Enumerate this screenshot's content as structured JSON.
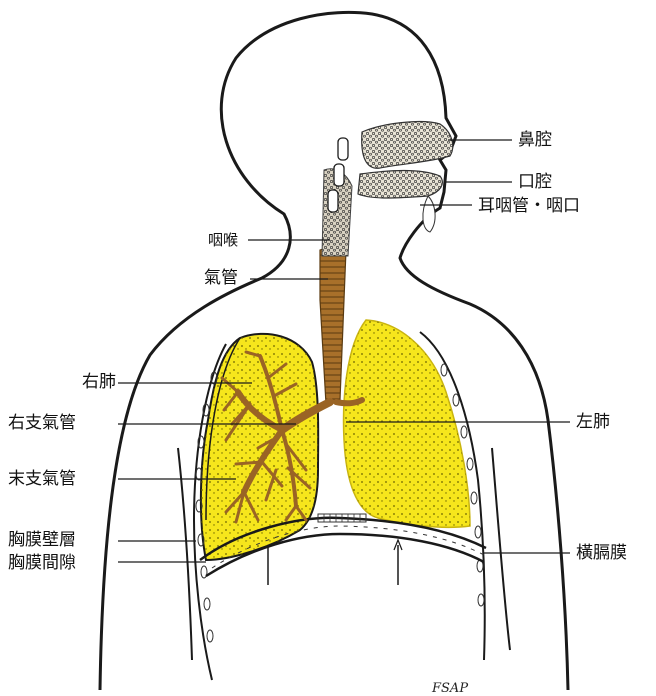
{
  "labels": {
    "nasal_cavity": "鼻腔",
    "oral_cavity": "口腔",
    "eustachian_pharynx": "耳咽管‧咽口",
    "pharynx": "咽喉",
    "trachea": "氣管",
    "right_lung": "右肺",
    "right_bronchus": "右支氣管",
    "terminal_bronchus": "末支氣管",
    "parietal_pleura": "胸膜壁層",
    "pleural_cavity": "胸膜間隙",
    "left_lung": "左肺",
    "diaphragm": "橫膈膜",
    "signature": "FSAP"
  },
  "colors": {
    "outline": "#1a1a1a",
    "lung_yellow": "#f6e61c",
    "lung_dark_yellow": "#e7d31a",
    "bronchi_brown": "#a8702a",
    "trachea_brown": "#9a6425",
    "nasal_texture": "#555555",
    "background": "#ffffff"
  }
}
